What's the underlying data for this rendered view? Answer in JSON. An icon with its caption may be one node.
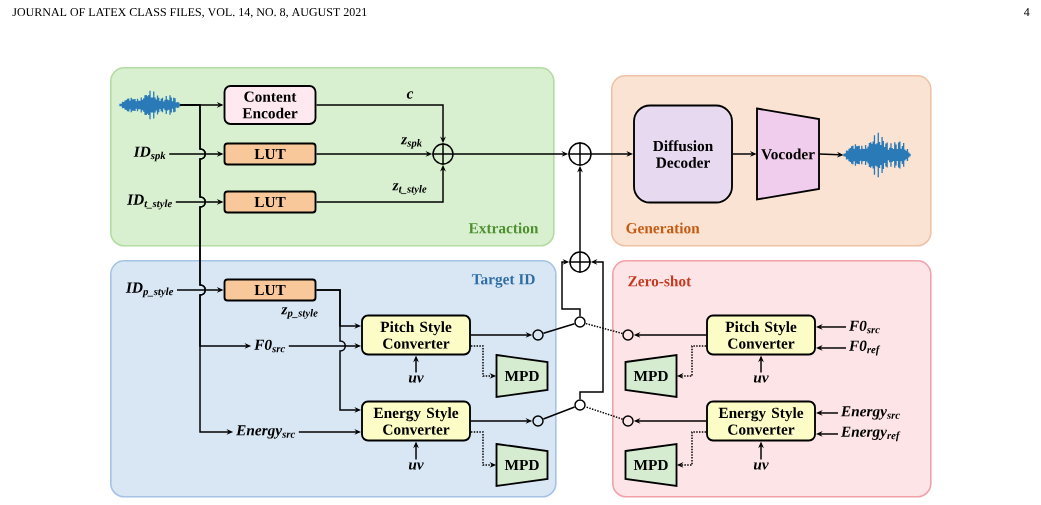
{
  "diagram": {
    "nodes": [
      {
        "text": [
          "Extraction"
        ]
      },
      {
        "text": [
          "Generation"
        ]
      },
      {
        "text": [
          "Target ID"
        ]
      },
      {
        "text": [
          "Zero-shot"
        ]
      },
      {
        "text": [],
        "shape": "picture",
        "in": 0
      },
      {
        "text": [
          "Content Encoder"
        ],
        "in": 0
      },
      {
        "text": [
          "ID$_{spk}$"
        ],
        "in": 0
      },
      {
        "text": [
          "LUT"
        ],
        "in": 0
      },
      {
        "text": [
          "ID$_{t_style}$"
        ],
        "in": 0
      },
      {
        "text": [
          "LUT"
        ],
        "in": 0
      },
      {
        "text": [],
        "shape": "circle",
        "in": 0
      },
      {
        "text": [],
        "shape": "circle"
      },
      {
        "text": [
          "Diffusion Decoder"
        ],
        "in": 1
      },
      {
        "text": [
          "Vocoder"
        ],
        "in": 1
      },
      {
        "text": [],
        "shape": "picture",
        "in": 1
      },
      {
        "text": [
          "ID$_{p_style}$"
        ],
        "in": 2
      },
      {
        "text": [
          "LUT"
        ],
        "in": 2
      },
      {
        "text": [],
        "shape": "circle"
      },
      {
        "text": [
          "F0$_{src}$"
        ],
        "in": 2
      },
      {
        "text": [
          "Pitch Style Converter"
        ],
        "in": 2
      },
      {
        "text": [],
        "shape": "circle",
        "in": 2
      },
      {
        "text": [],
        "shape": "circle"
      },
      {
        "text": [],
        "shape": "circle",
        "in": 3
      },
      {
        "text": [
          "Pitch Style Converter"
        ],
        "in": 3
      },
      {
        "text": [
          "F0$_{src}$"
        ],
        "in": 3
      },
      {
        "text": [
          "MPD"
        ],
        "in": 2
      },
      {
        "text": [
          "uv"
        ],
        "in": 2
      },
      {
        "text": [
          "F0$_{ref}$"
        ],
        "in": 3
      },
      {
        "text": [
          "MPD"
        ],
        "in": 3
      },
      {
        "text": [
          "uv"
        ],
        "in": 3
      },
      {
        "text": [],
        "shape": "circle"
      },
      {
        "text": [
          "Energy$_{src}$"
        ],
        "in": 2
      },
      {
        "text": [
          "Energy Style Converter"
        ],
        "in": 2
      },
      {
        "text": [],
        "shape": "circle",
        "in": 2
      },
      {
        "text": [],
        "shape": "circle",
        "in": 3
      },
      {
        "text": [
          "Energy Style Converter"
        ],
        "in": 3
      },
      {
        "text": [
          "Energy$_{src}$"
        ],
        "in": 3
      },
      {
        "text": [
          "Energy$_{ref}$"
        ],
        "in": 3
      },
      {
        "text": [
          "MPD"
        ],
        "in": 2
      },
      {
        "text": [
          "uv"
        ],
        "in": 2
      },
      {
        "text": [
          "MPD"
        ],
        "in": 3
      },
      {
        "text": [
          "uv"
        ],
        "in": 3
      }
    ],
    "edges": [
      {
        "from": 4,
        "to": 5,
        "arrow": "to"
      },
      {
        "from": 4,
        "to": 18,
        "arrow": "to"
      },
      {
        "from": 4,
        "to": 31,
        "arrow": "to"
      },
      {
        "from": 6,
        "to": 7,
        "arrow": "to"
      },
      {
        "from": 8,
        "to": 9,
        "arrow": "to"
      },
      {
        "from": 5,
        "to": 10,
        "arrow": "to",
        "label": "c"
      },
      {
        "from": 7,
        "to": 10,
        "arrow": "to",
        "label": "z$_{spk}$"
      },
      {
        "from": 9,
        "to": 10,
        "arrow": "to",
        "label": "z$_{t_style}$"
      },
      {
        "from": 10,
        "to": 11,
        "arrow": "to"
      },
      {
        "from": 11,
        "to": 12,
        "arrow": "to"
      },
      {
        "from": 12,
        "to": 13,
        "arrow": "to"
      },
      {
        "from": 13,
        "to": 14,
        "arrow": "to"
      },
      {
        "from": 17,
        "to": 11,
        "arrow": "to"
      },
      {
        "from": 21,
        "to": 17,
        "arrow": "to"
      },
      {
        "from": 30,
        "to": 17,
        "arrow": "to"
      },
      {
        "from": 15,
        "to": 16,
        "arrow": "to"
      },
      {
        "from": 16,
        "to": 19,
        "arrow": "to",
        "label": "z$_{p_style}$"
      },
      {
        "from": 16,
        "to": 32,
        "arrow": "to"
      },
      {
        "from": 18,
        "to": 19,
        "arrow": "to"
      },
      {
        "from": 26,
        "to": 19,
        "arrow": "to"
      },
      {
        "from": 19,
        "to": 20,
        "arrow": "to"
      },
      {
        "from": 19,
        "to": 25,
        "arrow": "to",
        "style": "dashed"
      },
      {
        "from": 20,
        "to": 21,
        "arrow": "none"
      },
      {
        "from": 22,
        "to": 21,
        "arrow": "none",
        "style": "dashed"
      },
      {
        "from": 23,
        "to": 22,
        "arrow": "to"
      },
      {
        "from": 24,
        "to": 23,
        "arrow": "to"
      },
      {
        "from": 27,
        "to": 23,
        "arrow": "to"
      },
      {
        "from": 29,
        "to": 23,
        "arrow": "to"
      },
      {
        "from": 23,
        "to": 28,
        "arrow": "to",
        "style": "dashed"
      },
      {
        "from": 31,
        "to": 32,
        "arrow": "to"
      },
      {
        "from": 39,
        "to": 32,
        "arrow": "to"
      },
      {
        "from": 32,
        "to": 33,
        "arrow": "to"
      },
      {
        "from": 32,
        "to": 38,
        "arrow": "to",
        "style": "dashed"
      },
      {
        "from": 33,
        "to": 30,
        "arrow": "none"
      },
      {
        "from": 34,
        "to": 30,
        "arrow": "none",
        "style": "dashed"
      },
      {
        "from": 35,
        "to": 34,
        "arrow": "to"
      },
      {
        "from": 36,
        "to": 35,
        "arrow": "to"
      },
      {
        "from": 37,
        "to": 35,
        "arrow": "to"
      },
      {
        "from": 41,
        "to": 35,
        "arrow": "to"
      },
      {
        "from": 35,
        "to": 40,
        "arrow": "to",
        "style": "dashed"
      }
    ],
    "labels": [
      "JOURNAL OF LATEX CLASS FILES, VOL. 14, NO. 8, AUGUST 2021",
      "4"
    ]
  }
}
